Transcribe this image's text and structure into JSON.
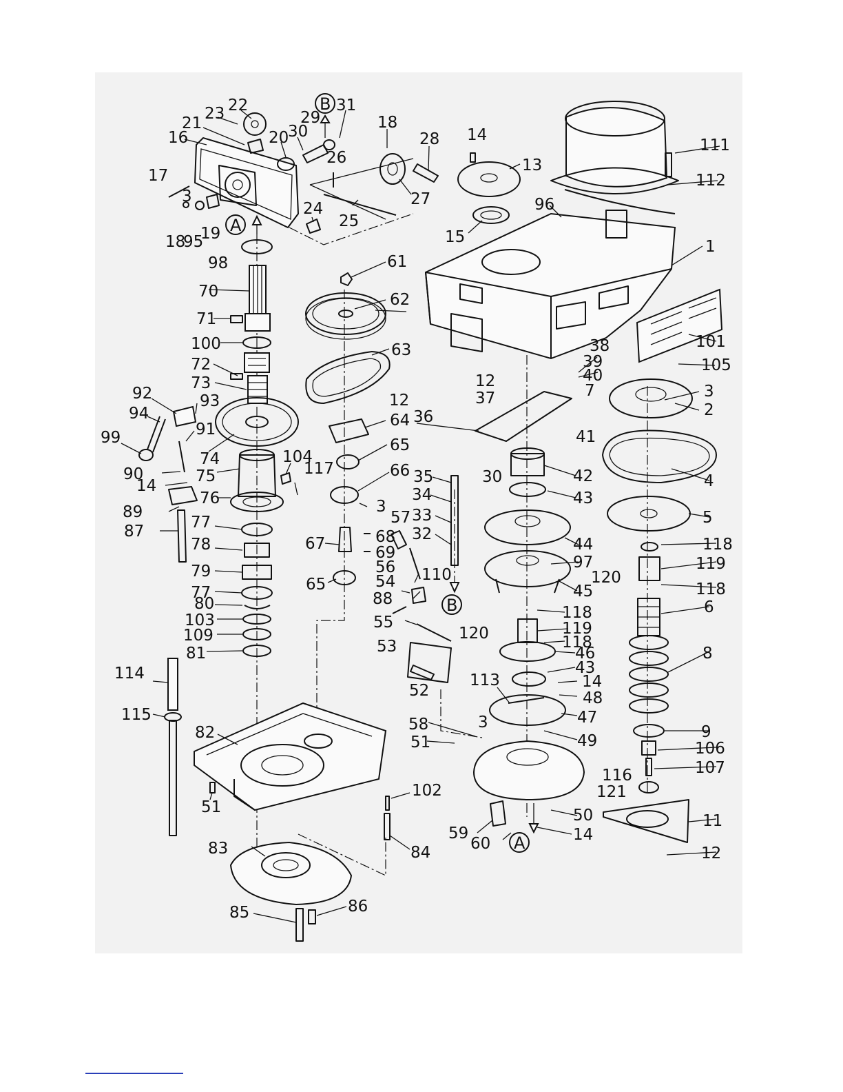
{
  "diagram": {
    "type": "exploded-parts-view",
    "reference_letters": [
      "A",
      "B"
    ],
    "callouts": [
      {
        "id": "c16",
        "label": "16"
      },
      {
        "id": "c21",
        "label": "21"
      },
      {
        "id": "c23",
        "label": "23"
      },
      {
        "id": "c22",
        "label": "22"
      },
      {
        "id": "c20",
        "label": "20"
      },
      {
        "id": "c30a",
        "label": "30"
      },
      {
        "id": "c29",
        "label": "29"
      },
      {
        "id": "c31",
        "label": "31"
      },
      {
        "id": "c18a",
        "label": "18"
      },
      {
        "id": "c28",
        "label": "28"
      },
      {
        "id": "c26",
        "label": "26"
      },
      {
        "id": "c27",
        "label": "27"
      },
      {
        "id": "c17",
        "label": "17"
      },
      {
        "id": "c3a",
        "label": "3"
      },
      {
        "id": "c18b",
        "label": "18"
      },
      {
        "id": "c95",
        "label": "95"
      },
      {
        "id": "c19",
        "label": "19"
      },
      {
        "id": "c24",
        "label": "24"
      },
      {
        "id": "c25",
        "label": "25"
      },
      {
        "id": "c14a",
        "label": "14"
      },
      {
        "id": "c13",
        "label": "13"
      },
      {
        "id": "c111",
        "label": "111"
      },
      {
        "id": "c112",
        "label": "112"
      },
      {
        "id": "c96",
        "label": "96"
      },
      {
        "id": "c15",
        "label": "15"
      },
      {
        "id": "c1",
        "label": "1"
      },
      {
        "id": "c98",
        "label": "98"
      },
      {
        "id": "c61",
        "label": "61"
      },
      {
        "id": "c70",
        "label": "70"
      },
      {
        "id": "c62",
        "label": "62"
      },
      {
        "id": "c71",
        "label": "71"
      },
      {
        "id": "c100",
        "label": "100"
      },
      {
        "id": "c63",
        "label": "63"
      },
      {
        "id": "c38",
        "label": "38"
      },
      {
        "id": "c101",
        "label": "101"
      },
      {
        "id": "c105",
        "label": "105"
      },
      {
        "id": "c72",
        "label": "72"
      },
      {
        "id": "c39",
        "label": "39"
      },
      {
        "id": "c73",
        "label": "73"
      },
      {
        "id": "c12a",
        "label": "12"
      },
      {
        "id": "c40",
        "label": "40"
      },
      {
        "id": "c7",
        "label": "7"
      },
      {
        "id": "c3b",
        "label": "3"
      },
      {
        "id": "c92",
        "label": "92"
      },
      {
        "id": "c37",
        "label": "37"
      },
      {
        "id": "c2",
        "label": "2"
      },
      {
        "id": "c93",
        "label": "93"
      },
      {
        "id": "c12b",
        "label": "12"
      },
      {
        "id": "c94",
        "label": "94"
      },
      {
        "id": "c36",
        "label": "36"
      },
      {
        "id": "c64",
        "label": "64"
      },
      {
        "id": "c91",
        "label": "91"
      },
      {
        "id": "c41",
        "label": "41"
      },
      {
        "id": "c99",
        "label": "99"
      },
      {
        "id": "c65a",
        "label": "65"
      },
      {
        "id": "c74",
        "label": "74"
      },
      {
        "id": "c104",
        "label": "104"
      },
      {
        "id": "c42",
        "label": "42"
      },
      {
        "id": "c4",
        "label": "4"
      },
      {
        "id": "c90",
        "label": "90"
      },
      {
        "id": "c75",
        "label": "75"
      },
      {
        "id": "c117",
        "label": "117"
      },
      {
        "id": "c66",
        "label": "66"
      },
      {
        "id": "c35",
        "label": "35"
      },
      {
        "id": "c30b",
        "label": "30"
      },
      {
        "id": "c14b",
        "label": "14"
      },
      {
        "id": "c89",
        "label": "89"
      },
      {
        "id": "c76",
        "label": "76"
      },
      {
        "id": "c34",
        "label": "34"
      },
      {
        "id": "c43a",
        "label": "43"
      },
      {
        "id": "c3c",
        "label": "3"
      },
      {
        "id": "c57",
        "label": "57"
      },
      {
        "id": "c5",
        "label": "5"
      },
      {
        "id": "c87",
        "label": "87"
      },
      {
        "id": "c77a",
        "label": "77"
      },
      {
        "id": "c33",
        "label": "33"
      },
      {
        "id": "c44",
        "label": "44"
      },
      {
        "id": "c118a",
        "label": "118"
      },
      {
        "id": "c78",
        "label": "78"
      },
      {
        "id": "c67",
        "label": "67"
      },
      {
        "id": "c68",
        "label": "68"
      },
      {
        "id": "c32",
        "label": "32"
      },
      {
        "id": "c69",
        "label": "69"
      },
      {
        "id": "c97",
        "label": "97"
      },
      {
        "id": "c119a",
        "label": "119"
      },
      {
        "id": "c79",
        "label": "79"
      },
      {
        "id": "c56",
        "label": "56"
      },
      {
        "id": "c110",
        "label": "110"
      },
      {
        "id": "c120a",
        "label": "120"
      },
      {
        "id": "c77b",
        "label": "77"
      },
      {
        "id": "c65b",
        "label": "65"
      },
      {
        "id": "c54",
        "label": "54"
      },
      {
        "id": "c45",
        "label": "45"
      },
      {
        "id": "c118b",
        "label": "118"
      },
      {
        "id": "c80",
        "label": "80"
      },
      {
        "id": "c88",
        "label": "88"
      },
      {
        "id": "c6",
        "label": "6"
      },
      {
        "id": "c103",
        "label": "103"
      },
      {
        "id": "c55",
        "label": "55"
      },
      {
        "id": "c118c",
        "label": "118"
      },
      {
        "id": "c109",
        "label": "109"
      },
      {
        "id": "c120b",
        "label": "120"
      },
      {
        "id": "c119b",
        "label": "119"
      },
      {
        "id": "c53",
        "label": "53"
      },
      {
        "id": "c118d",
        "label": "118"
      },
      {
        "id": "c81",
        "label": "81"
      },
      {
        "id": "c46",
        "label": "46"
      },
      {
        "id": "c8",
        "label": "8"
      },
      {
        "id": "c114",
        "label": "114"
      },
      {
        "id": "c43b",
        "label": "43"
      },
      {
        "id": "c113",
        "label": "113"
      },
      {
        "id": "c14c",
        "label": "14"
      },
      {
        "id": "c52",
        "label": "52"
      },
      {
        "id": "c48",
        "label": "48"
      },
      {
        "id": "c115",
        "label": "115"
      },
      {
        "id": "c47",
        "label": "47"
      },
      {
        "id": "c58",
        "label": "58"
      },
      {
        "id": "c3d",
        "label": "3"
      },
      {
        "id": "c82",
        "label": "82"
      },
      {
        "id": "c9",
        "label": "9"
      },
      {
        "id": "c51a",
        "label": "51"
      },
      {
        "id": "c49",
        "label": "49"
      },
      {
        "id": "c106",
        "label": "106"
      },
      {
        "id": "c116",
        "label": "116"
      },
      {
        "id": "c107",
        "label": "107"
      },
      {
        "id": "c102",
        "label": "102"
      },
      {
        "id": "c121",
        "label": "121"
      },
      {
        "id": "c51b",
        "label": "51"
      },
      {
        "id": "c50",
        "label": "50"
      },
      {
        "id": "c11",
        "label": "11"
      },
      {
        "id": "c59",
        "label": "59"
      },
      {
        "id": "c14d",
        "label": "14"
      },
      {
        "id": "c60",
        "label": "60"
      },
      {
        "id": "c84",
        "label": "84"
      },
      {
        "id": "c83",
        "label": "83"
      },
      {
        "id": "c12c",
        "label": "12"
      },
      {
        "id": "c85",
        "label": "85"
      },
      {
        "id": "c86",
        "label": "86"
      }
    ]
  }
}
